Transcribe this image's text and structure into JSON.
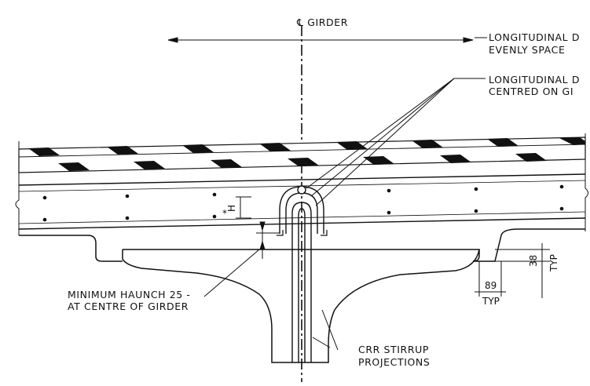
{
  "labels": {
    "girder_axis": "℄ GIRDER",
    "long_evenly_1": "LONGITUDINAL D",
    "long_evenly_2": "EVENLY SPACE",
    "long_centred_1": "LONGITUDINAL D",
    "long_centred_2": "CENTRED ON GI",
    "haunch_1": "MINIMUM HAUNCH 25 -",
    "haunch_2": "AT CENTRE OF GIRDER",
    "stirrup_1": "CRR STIRRUP",
    "stirrup_2": "PROJECTIONS",
    "dim_89": "89",
    "dim_typ_h": "TYP",
    "dim_38": "38",
    "dim_typ_v": "TYP",
    "dim_H": "H",
    "dim_star": "*"
  }
}
